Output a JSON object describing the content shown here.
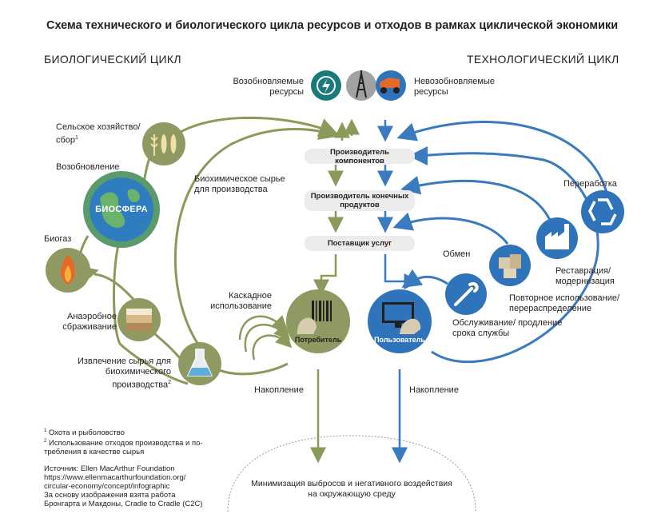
{
  "title": "Схема технического и биологического цикла ресурсов и отходов в рамках циклической экономики",
  "bio_cycle_heading": "БИОЛОГИЧЕСКИЙ ЦИКЛ",
  "tech_cycle_heading": "ТЕХНОЛОГИЧЕСКИЙ ЦИКЛ",
  "resources": {
    "renewable": "Возобновляемые ресурсы",
    "nonrenewable": "Невозобновляемые ресурсы"
  },
  "bio": {
    "agriculture": "Сельское хозяйство/ сбор",
    "agriculture_sup": "1",
    "regeneration": "Возобновление",
    "biosphere": "БИОСФЕРА",
    "biogas": "Биогаз",
    "anaerobic": "Анаэробное сбраживание",
    "extraction": "Извлечение сырья для биохимического производства",
    "extraction_sup": "2",
    "biochem_feedstock": "Биохимическое сырье для производства",
    "cascade": "Каскадное использование",
    "consumer": "Потребитель",
    "accumulation": "Накопление"
  },
  "chain": {
    "parts_maker": "Производитель компонентов",
    "product_maker": "Производитель конечных продуктов",
    "service_provider": "Поставщик услуг"
  },
  "tech": {
    "recycling": "Переработка",
    "refurbish": "Реставрация/ модернизация",
    "reuse": "Повторное использование/ перераспределение",
    "exchange": "Обмен",
    "maintenance": "Обслуживание/ продление срока службы",
    "user": "Пользователь",
    "accumulation": "Накопление"
  },
  "bottom_box": "Минимизация выбросов и негативного воздействия на окружающую среду",
  "footnotes": {
    "fn1": "Охота и рыболовство",
    "fn1_mark": "1",
    "fn2": "Использование отходов производства и по- требления в качестве сырья",
    "fn2_mark": "2",
    "source": "Источник: Ellen MacArthur Foundation",
    "url1": "https://www.ellenmacarthurfoundation.org/",
    "url2": "circular-economy/concept/infographic",
    "basis1": "За основу изображения взята работа",
    "basis2": "Бронгарта и Макдоны, Cradle to Cradle (C2C)"
  },
  "colors": {
    "green": "#8a9a5b",
    "blue": "#3a7abf",
    "olive_circle": "#8e9a62",
    "blue_circle": "#2f74bb",
    "teal": "#1a7a7a",
    "pill_bg": "#ececec"
  },
  "icons": [
    "lightning-icon",
    "oil-rig-icon",
    "mining-truck-icon",
    "wheat-fish-icon",
    "globe-icon",
    "flame-icon",
    "soil-layers-icon",
    "flask-icon",
    "barcode-icon",
    "computer-icon",
    "wrench-icon",
    "boxes-icon",
    "factory-icon",
    "recycle-icon"
  ]
}
